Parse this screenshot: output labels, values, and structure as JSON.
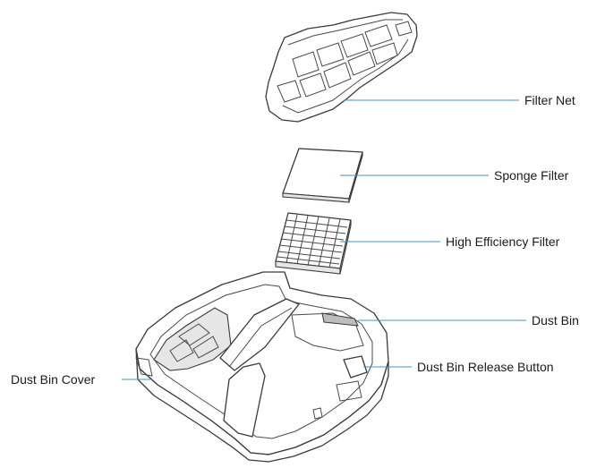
{
  "labels": {
    "filter_net": "Filter Net",
    "sponge_filter": "Sponge Filter",
    "high_efficiency_filter": "High Efficiency Filter",
    "dust_bin": "Dust Bin",
    "dust_bin_release_button": "Dust Bin Release Button",
    "dust_bin_cover": "Dust Bin Cover"
  },
  "colors": {
    "leader_line": "#4a8fc7",
    "outline": "#3a3a3a",
    "text": "#1a1a1a"
  }
}
